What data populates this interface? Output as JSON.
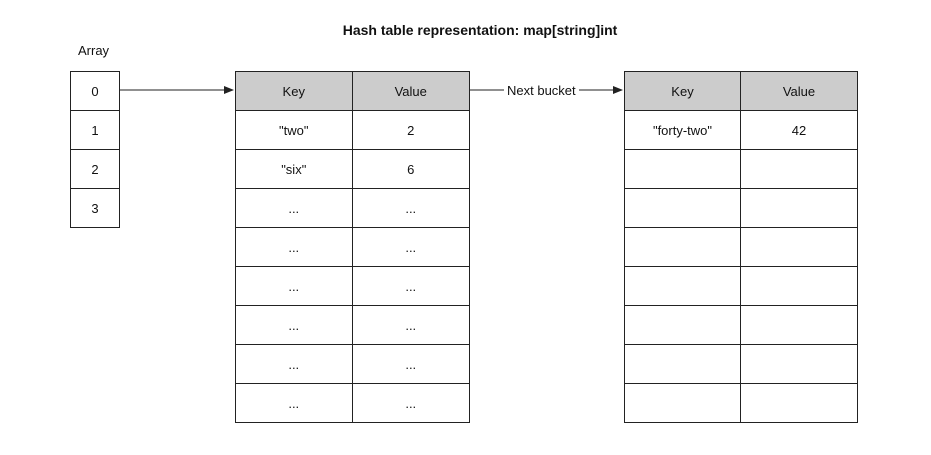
{
  "title": "Hash table representation: map[string]int",
  "array": {
    "label": "Array",
    "indices": [
      "0",
      "1",
      "2",
      "3"
    ]
  },
  "buckets": [
    {
      "headers": {
        "key": "Key",
        "value": "Value"
      },
      "rows": [
        {
          "key": "\"two\"",
          "value": "2"
        },
        {
          "key": "\"six\"",
          "value": "6"
        },
        {
          "key": "...",
          "value": "..."
        },
        {
          "key": "...",
          "value": "..."
        },
        {
          "key": "...",
          "value": "..."
        },
        {
          "key": "...",
          "value": "..."
        },
        {
          "key": "...",
          "value": "..."
        },
        {
          "key": "...",
          "value": "..."
        }
      ]
    },
    {
      "headers": {
        "key": "Key",
        "value": "Value"
      },
      "rows": [
        {
          "key": "\"forty-two\"",
          "value": "42"
        },
        {
          "key": "",
          "value": ""
        },
        {
          "key": "",
          "value": ""
        },
        {
          "key": "",
          "value": ""
        },
        {
          "key": "",
          "value": ""
        },
        {
          "key": "",
          "value": ""
        },
        {
          "key": "",
          "value": ""
        },
        {
          "key": "",
          "value": ""
        }
      ]
    }
  ],
  "links": {
    "next_bucket": "Next bucket"
  },
  "colors": {
    "header_fill": "#cccccc",
    "line": "#222222"
  }
}
